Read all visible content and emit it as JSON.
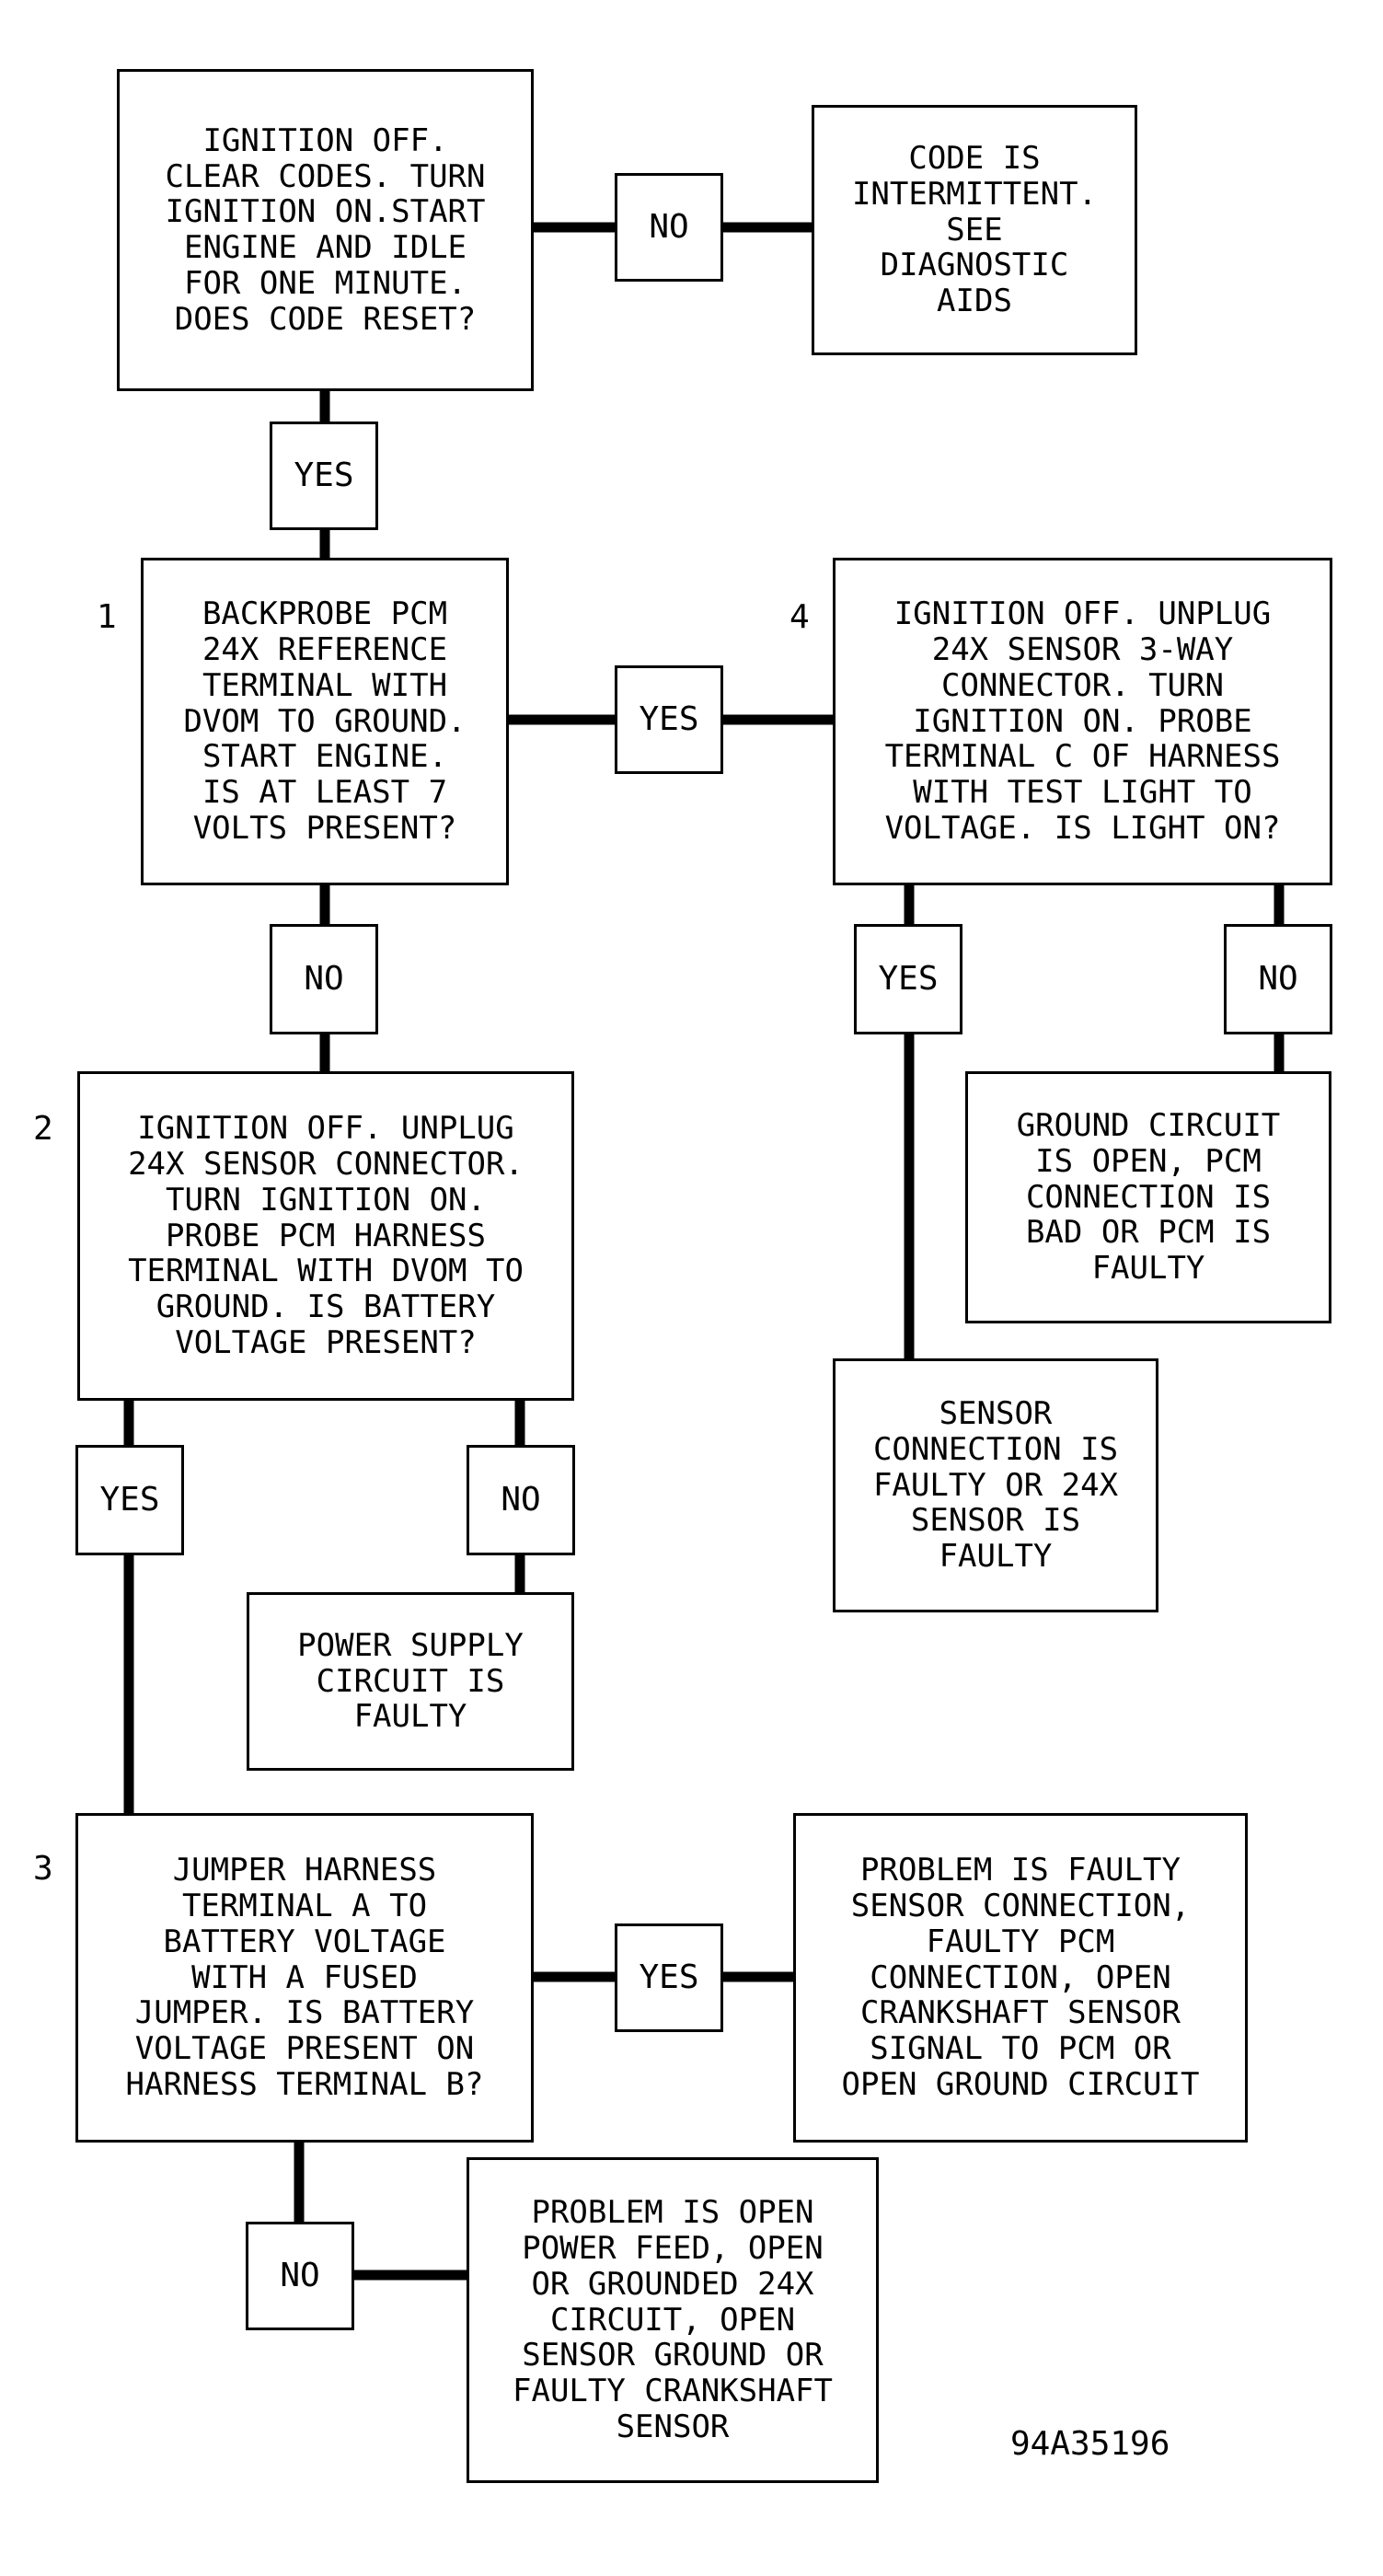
{
  "steps": {
    "start": "IGNITION OFF.\nCLEAR CODES. TURN\nIGNITION ON.START\nENGINE AND IDLE\nFOR ONE MINUTE.\nDOES CODE RESET?",
    "intermittent": "CODE IS\nINTERMITTENT.\nSEE\nDIAGNOSTIC\nAIDS",
    "step1": "BACKPROBE PCM\n24X REFERENCE\nTERMINAL WITH\nDVOM TO GROUND.\nSTART ENGINE.\nIS AT LEAST 7\nVOLTS PRESENT?",
    "step4": "IGNITION OFF. UNPLUG\n24X SENSOR 3-WAY\nCONNECTOR. TURN\nIGNITION ON. PROBE\nTERMINAL C OF HARNESS\nWITH TEST LIGHT TO\nVOLTAGE. IS LIGHT ON?",
    "ground_open": "GROUND CIRCUIT\nIS OPEN, PCM\nCONNECTION IS\nBAD OR PCM IS\nFAULTY",
    "sensor_faulty": "SENSOR\nCONNECTION IS\nFAULTY OR 24X\nSENSOR IS\nFAULTY",
    "step2": "IGNITION OFF. UNPLUG\n24X SENSOR CONNECTOR.\nTURN IGNITION ON.\nPROBE PCM HARNESS\nTERMINAL WITH DVOM TO\nGROUND. IS BATTERY\nVOLTAGE PRESENT?",
    "power_supply": "POWER SUPPLY\nCIRCUIT IS\nFAULTY",
    "step3": "JUMPER HARNESS\nTERMINAL A TO\nBATTERY VOLTAGE\nWITH A FUSED\nJUMPER. IS BATTERY\nVOLTAGE PRESENT ON\nHARNESS TERMINAL B?",
    "problem_faulty": "PROBLEM IS FAULTY\nSENSOR CONNECTION,\nFAULTY PCM\nCONNECTION, OPEN\nCRANKSHAFT SENSOR\nSIGNAL TO PCM OR\nOPEN GROUND CIRCUIT",
    "problem_open": "PROBLEM IS OPEN\nPOWER FEED, OPEN\nOR GROUNDED 24X\nCIRCUIT, OPEN\nSENSOR GROUND OR\nFAULTY CRANKSHAFT\nSENSOR"
  },
  "labels": {
    "yes": "YES",
    "no": "NO"
  },
  "step_numbers": {
    "one": "1",
    "two": "2",
    "three": "3",
    "four": "4"
  },
  "figure_id": "94A35196"
}
